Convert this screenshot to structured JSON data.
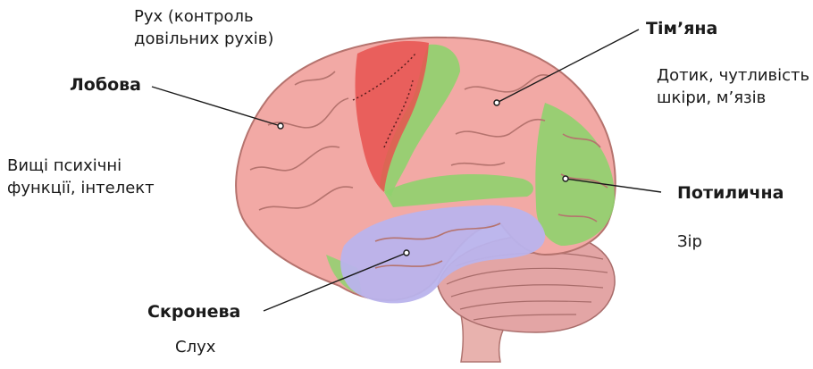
{
  "regions": {
    "frontal": {
      "name": "Лобова",
      "desc": [
        "Вищі психічні",
        "функції, інтелект"
      ]
    },
    "motor": {
      "desc": [
        "Рух (контроль",
        "довільних рухів)"
      ]
    },
    "parietal": {
      "name": "Тім’яна",
      "desc": [
        "Дотик, чутливість",
        "шкіри, м’язів"
      ]
    },
    "occipital": {
      "name": "Потилична",
      "desc": [
        "Зір"
      ]
    },
    "temporal": {
      "name": "Скронева",
      "desc": [
        "Слух"
      ]
    }
  },
  "colors": {
    "cortex": "#f2a9a5",
    "cortex_dark": "#c77770",
    "motor": "#e8524f",
    "sensory_green": "#8fd26e",
    "temporal": "#b9b3ec",
    "cerebellum": "#e3a5a5",
    "brainstem": "#e8b2ae"
  }
}
